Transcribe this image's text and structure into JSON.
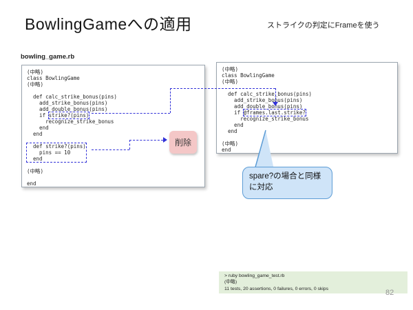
{
  "slide": {
    "title": "BowlingGameへの適用",
    "subtitle": "ストライクの判定にFrameを使う",
    "file_label": "bowling_game.rb",
    "page_number": "82"
  },
  "panels": {
    "left": {
      "lines": [
        {
          "t": "(中略)"
        },
        {
          "t": "class BowlingGame"
        },
        {
          "t": "(中略)"
        },
        {
          "t": ""
        },
        {
          "t": "  def calc_strike_bonus(pins)"
        },
        {
          "t": "    add_strike_bonus(pins)"
        },
        {
          "t": "    add_double_bonus(pins)"
        },
        {
          "t": "    if strike?(pins)",
          "hl": [
            7,
            13
          ]
        },
        {
          "t": "      recognize_strike_bonus"
        },
        {
          "t": "    end"
        },
        {
          "t": "  end"
        },
        {
          "t": ""
        },
        {
          "t": "  def strike?(pins)",
          "b": 1
        },
        {
          "t": "    pins == 10",
          "b": 1
        },
        {
          "t": "  end",
          "b": 1
        },
        {
          "t": ""
        },
        {
          "t": "(中略)"
        },
        {
          "t": ""
        },
        {
          "t": "end"
        }
      ]
    },
    "right": {
      "lines": [
        {
          "t": "(中略)"
        },
        {
          "t": "class BowlingGame"
        },
        {
          "t": "(中略)"
        },
        {
          "t": ""
        },
        {
          "t": "  def calc_strike_bonus(pins)"
        },
        {
          "t": "    add_strike_bonus(pins)"
        },
        {
          "t": "    add_double_bonus(pins)"
        },
        {
          "t": "    if @frames.last.strike?",
          "hl": [
            7,
            20
          ]
        },
        {
          "t": "      recognize_strike_bonus"
        },
        {
          "t": "    end"
        },
        {
          "t": "  end"
        },
        {
          "t": ""
        },
        {
          "t": "(中略)"
        },
        {
          "t": "end"
        }
      ]
    }
  },
  "annotations": {
    "delete_label": "削除",
    "bubble_text": "spare?の場合と同様に対応"
  },
  "terminal": {
    "lines": [
      "> ruby bowling_game_test.rb",
      "(中略)",
      "11 tests, 20 assertions, 0 failures, 0 errors, 0 skips"
    ]
  },
  "colors": {
    "annotation_blue": "#3030d8",
    "bubble_fill": "#cfe4f8",
    "bubble_border": "#5b9bd5",
    "delete_fill": "#f4c7c7",
    "terminal_bg": "#e3efdb"
  }
}
